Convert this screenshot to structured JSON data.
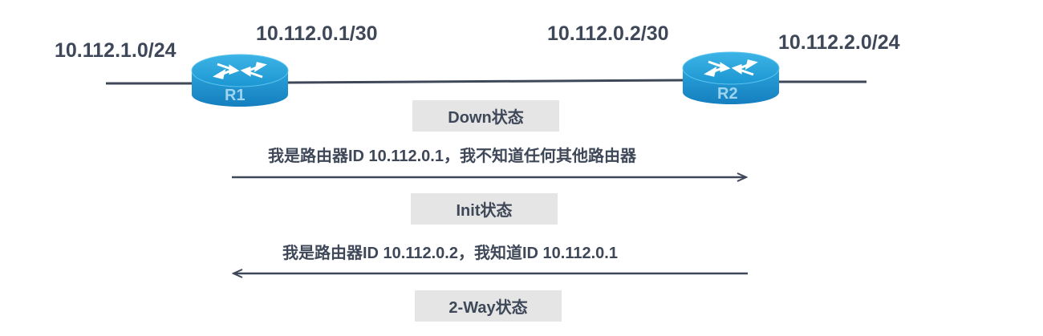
{
  "networks": {
    "left_lan": "10.112.1.0/24",
    "r1_if": "10.112.0.1/30",
    "r2_if": "10.112.0.2/30",
    "right_lan": "10.112.2.0/24"
  },
  "routers": {
    "r1": "R1",
    "r2": "R2"
  },
  "states": {
    "down": "Down状态",
    "init": "Init状态",
    "two_way": "2-Way状态"
  },
  "messages": {
    "hello_r1": "我是路由器ID 10.112.0.1，我不知道任何其他路由器",
    "hello_r2": "我是路由器ID 10.112.0.2，我知道ID 10.112.0.1"
  },
  "colors": {
    "router_top": "#1d9fd6",
    "router_side": "#1a86c4",
    "line": "#3f4858",
    "state_bg": "#e5e5e5"
  }
}
